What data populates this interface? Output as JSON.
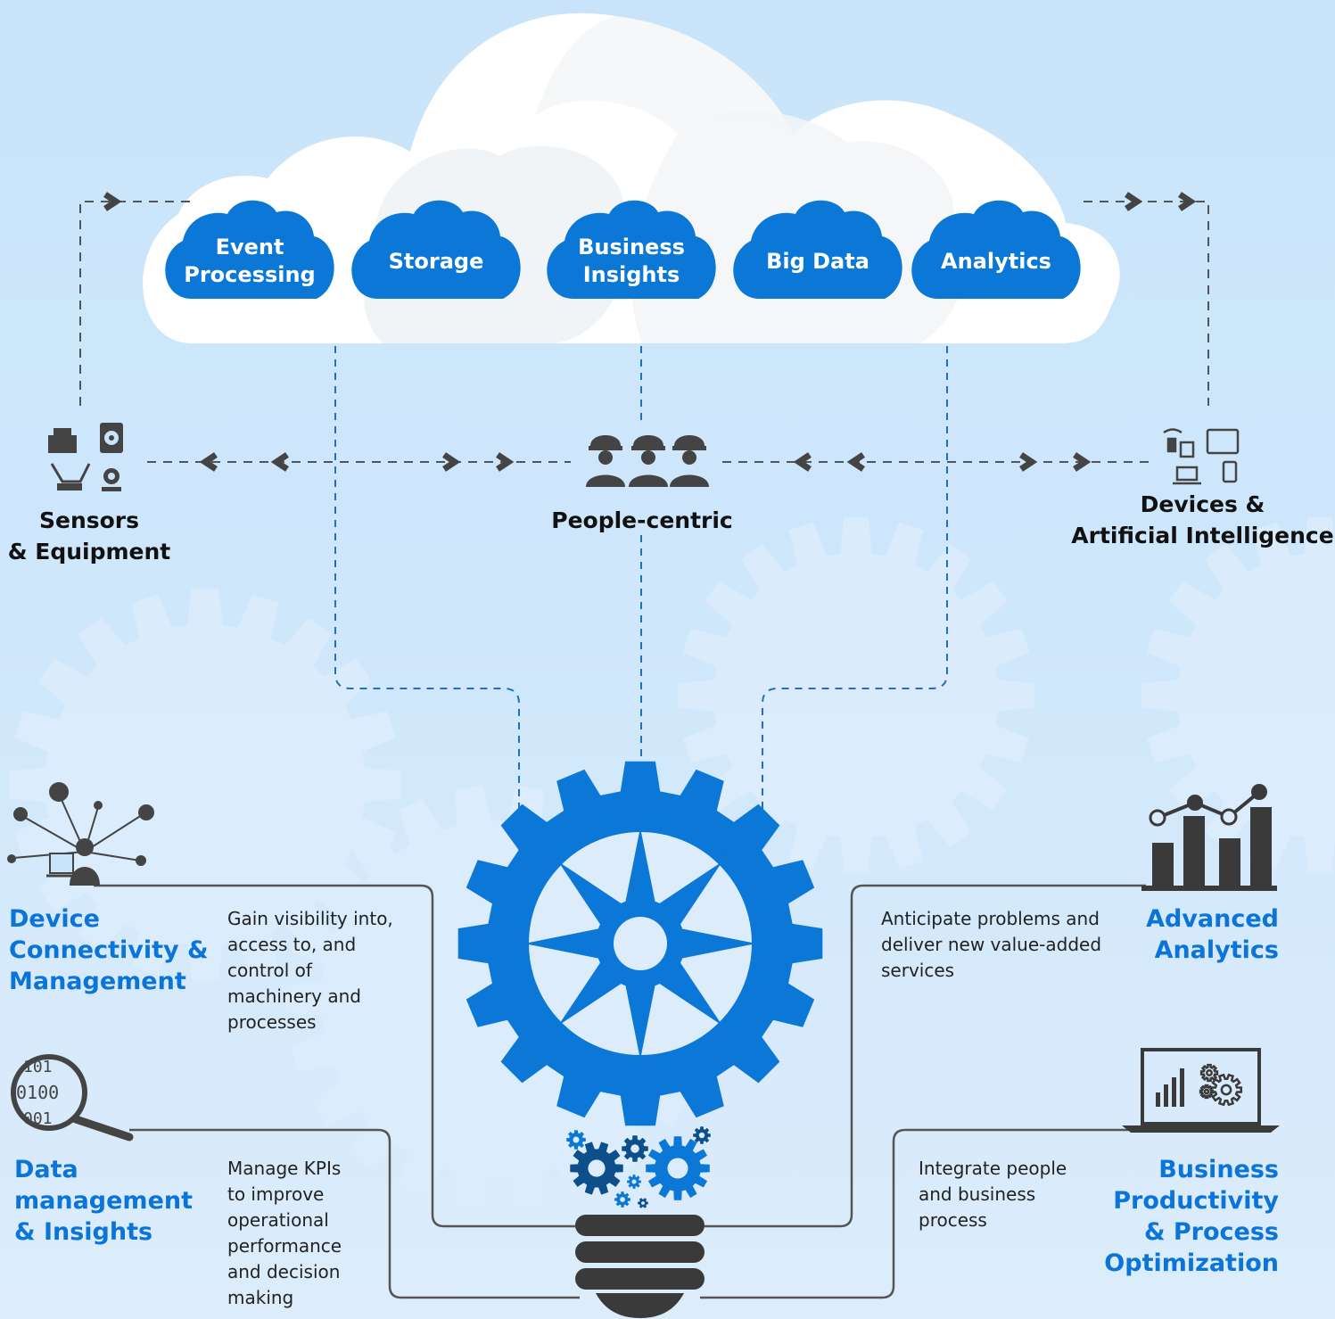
{
  "colors": {
    "accent": "#0a74d8",
    "gear_blue": "#0b78d8",
    "dark_gray": "#3a3a3a",
    "cloud_white": "#ffffff",
    "text_dark": "#111111"
  },
  "cloud_services": [
    {
      "line1": "Event",
      "line2": "Processing"
    },
    {
      "line1": "Storage",
      "line2": ""
    },
    {
      "line1": "Business",
      "line2": "Insights"
    },
    {
      "line1": "Big Data",
      "line2": ""
    },
    {
      "line1": "Analytics",
      "line2": ""
    }
  ],
  "nodes": {
    "sensors": {
      "line1": "Sensors",
      "line2": "& Equipment",
      "icon": "sensors-equipment-icon"
    },
    "people": {
      "line1": "People-centric",
      "icon": "workers-icon"
    },
    "devices": {
      "line1": "Devices &",
      "line2": "Artificial Intelligence",
      "icon": "devices-icon"
    }
  },
  "features": {
    "device_connectivity": {
      "title": [
        "Device",
        "Connectivity &",
        "Management"
      ],
      "desc": [
        "Gain visibility into,",
        "access to, and",
        "control of",
        "machinery and",
        "processes"
      ],
      "icon": "network-person-icon"
    },
    "data_management": {
      "title": [
        "Data",
        "management",
        "& Insights"
      ],
      "desc": [
        "Manage KPIs",
        "to improve",
        "operational",
        "performance",
        "and decision",
        "making"
      ],
      "icon": "binary-magnifier-icon"
    },
    "advanced_analytics": {
      "title": [
        "Advanced",
        "Analytics"
      ],
      "desc": [
        "Anticipate problems and",
        "deliver new value-added",
        "services"
      ],
      "icon": "bar-chart-icon"
    },
    "business_productivity": {
      "title": [
        "Business",
        "Productivity",
        "& Process",
        "Optimization"
      ],
      "desc": [
        "Integrate people",
        "and business",
        "process"
      ],
      "icon": "laptop-chart-gears-icon"
    }
  }
}
